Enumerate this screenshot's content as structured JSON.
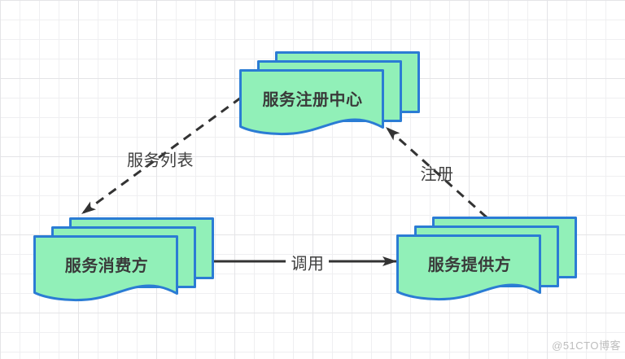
{
  "diagram": {
    "type": "service-architecture-diagram",
    "nodes": {
      "registry": {
        "label": "服务注册中心",
        "shape": "document-stack"
      },
      "consumer": {
        "label": "服务消费方",
        "shape": "document-stack"
      },
      "provider": {
        "label": "服务提供方",
        "shape": "document-stack"
      }
    },
    "edges": {
      "service_list": {
        "label": "服务列表",
        "from": "registry",
        "to": "consumer",
        "line": "dashed"
      },
      "register": {
        "label": "注册",
        "from": "provider",
        "to": "registry",
        "line": "dashed"
      },
      "invoke": {
        "label": "调用",
        "from": "consumer",
        "to": "provider",
        "line": "solid"
      }
    },
    "colors": {
      "node_fill": "#91F0B8",
      "node_border": "#2B7CD4",
      "arrow": "#333333",
      "label_text": "#3A3A3A",
      "grid_minor": "#EFEFF1",
      "grid_major": "#E4E4E7",
      "background": "#FFFFFF"
    }
  },
  "watermark": {
    "text": "@51CTO博客"
  }
}
